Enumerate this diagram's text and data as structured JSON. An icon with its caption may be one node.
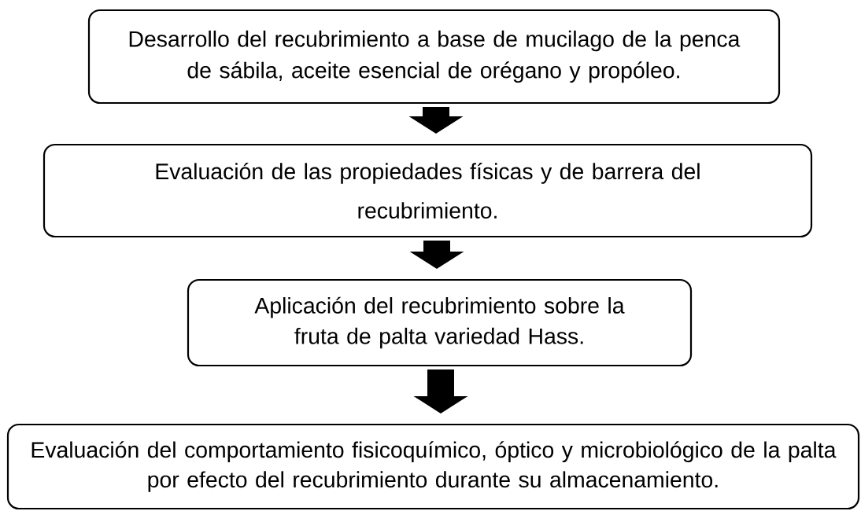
{
  "diagram": {
    "nodes": [
      {
        "text": [
          "Desarrollo del recubrimiento a base de mucilago de la penca de sábila, aceite esencial de orégano y propóleo."
        ]
      },
      {
        "text": [
          "Evaluación de las propiedades físicas y de barrera del recubrimiento."
        ]
      },
      {
        "text": [
          "Aplicación del recubrimiento sobre la fruta de palta variedad Hass."
        ]
      },
      {
        "text": [
          "Evaluación del comportamiento fisicoquímico, óptico y microbiológico de la palta por efecto del recubrimiento durante su almacenamiento."
        ]
      }
    ],
    "edges": [
      {
        "from": 0,
        "to": 1,
        "arrow": "to"
      },
      {
        "from": 1,
        "to": 2,
        "arrow": "to"
      },
      {
        "from": 2,
        "to": 3,
        "arrow": "to"
      }
    ]
  }
}
